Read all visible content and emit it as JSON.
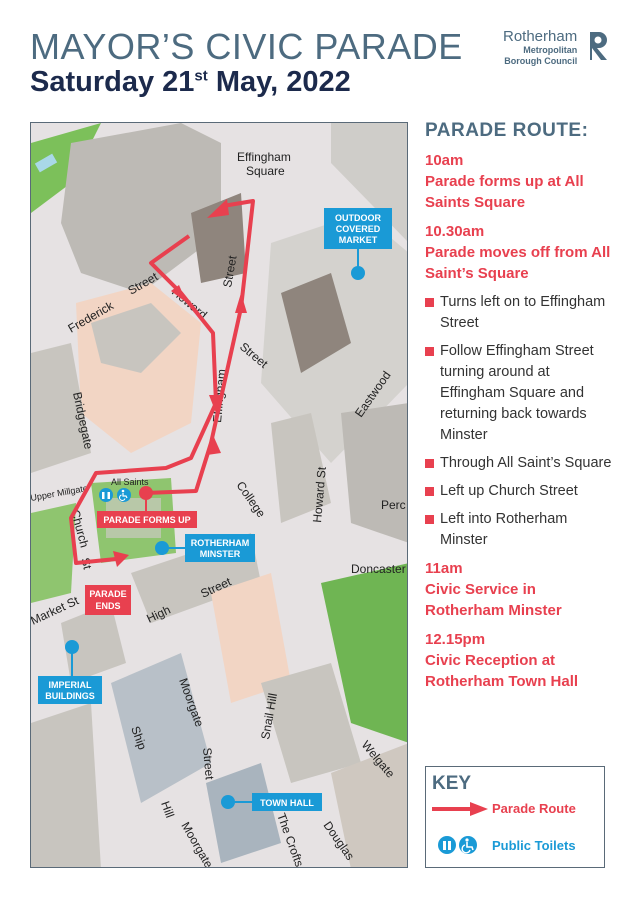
{
  "header": {
    "title": "MAYOR’S CIVIC PARADE",
    "subtitle_pre": "Saturday 21",
    "subtitle_sup": "st",
    "subtitle_post": " May, 2022"
  },
  "logo": {
    "line1": "Rotherham",
    "line2": "Metropolitan",
    "line3": "Borough Council"
  },
  "map": {
    "streets": [
      "Effingham",
      "Square",
      "Frederick",
      "Street",
      "Howard",
      "Street",
      "Effingham",
      "Street",
      "Eastwood",
      "Bridgegate",
      "College",
      "Howard St",
      "Perc",
      "Church",
      "St",
      "Doncaster",
      "Market St",
      "High",
      "Street",
      "Moorgate",
      "Street",
      "Snail Hill",
      "Welgate",
      "Ship",
      "Hill",
      "Moorgate",
      "The Crofts",
      "Douglas",
      "All Saints",
      "Upper Millgate"
    ],
    "callouts": {
      "market_1": "OUTDOOR",
      "market_2": "COVERED",
      "market_3": "MARKET",
      "minster_1": "ROTHERHAM",
      "minster_2": "MINSTER",
      "imperial_1": "IMPERIAL",
      "imperial_2": "BUILDINGS",
      "townhall": "TOWN HALL",
      "forms_up": "PARADE FORMS UP",
      "ends_1": "PARADE",
      "ends_2": "ENDS"
    },
    "colors": {
      "route": "#e8404f",
      "poi": "#1a9ad6"
    }
  },
  "route": {
    "heading": "PARADE ROUTE:",
    "t1": "10am",
    "t1_text": "Parade forms up at All Saints Square",
    "t2": "10.30am",
    "t2_text": "Parade moves off from All Saint’s Square",
    "steps": [
      "Turns left on to Effingham Street",
      "Follow Effingham Street turning around at Effingham Square and returning back towards Minster",
      "Through All Saint’s Square",
      "Left up Church Street",
      "Left into Rotherham Minster"
    ],
    "t3": "11am",
    "t3_text": "Civic Service in Rotherham Minster",
    "t4": "12.15pm",
    "t4_text": "Civic Reception at Rotherham Town Hall"
  },
  "key": {
    "title": "KEY",
    "route": "Parade Route",
    "toilets": "Public Toilets"
  }
}
